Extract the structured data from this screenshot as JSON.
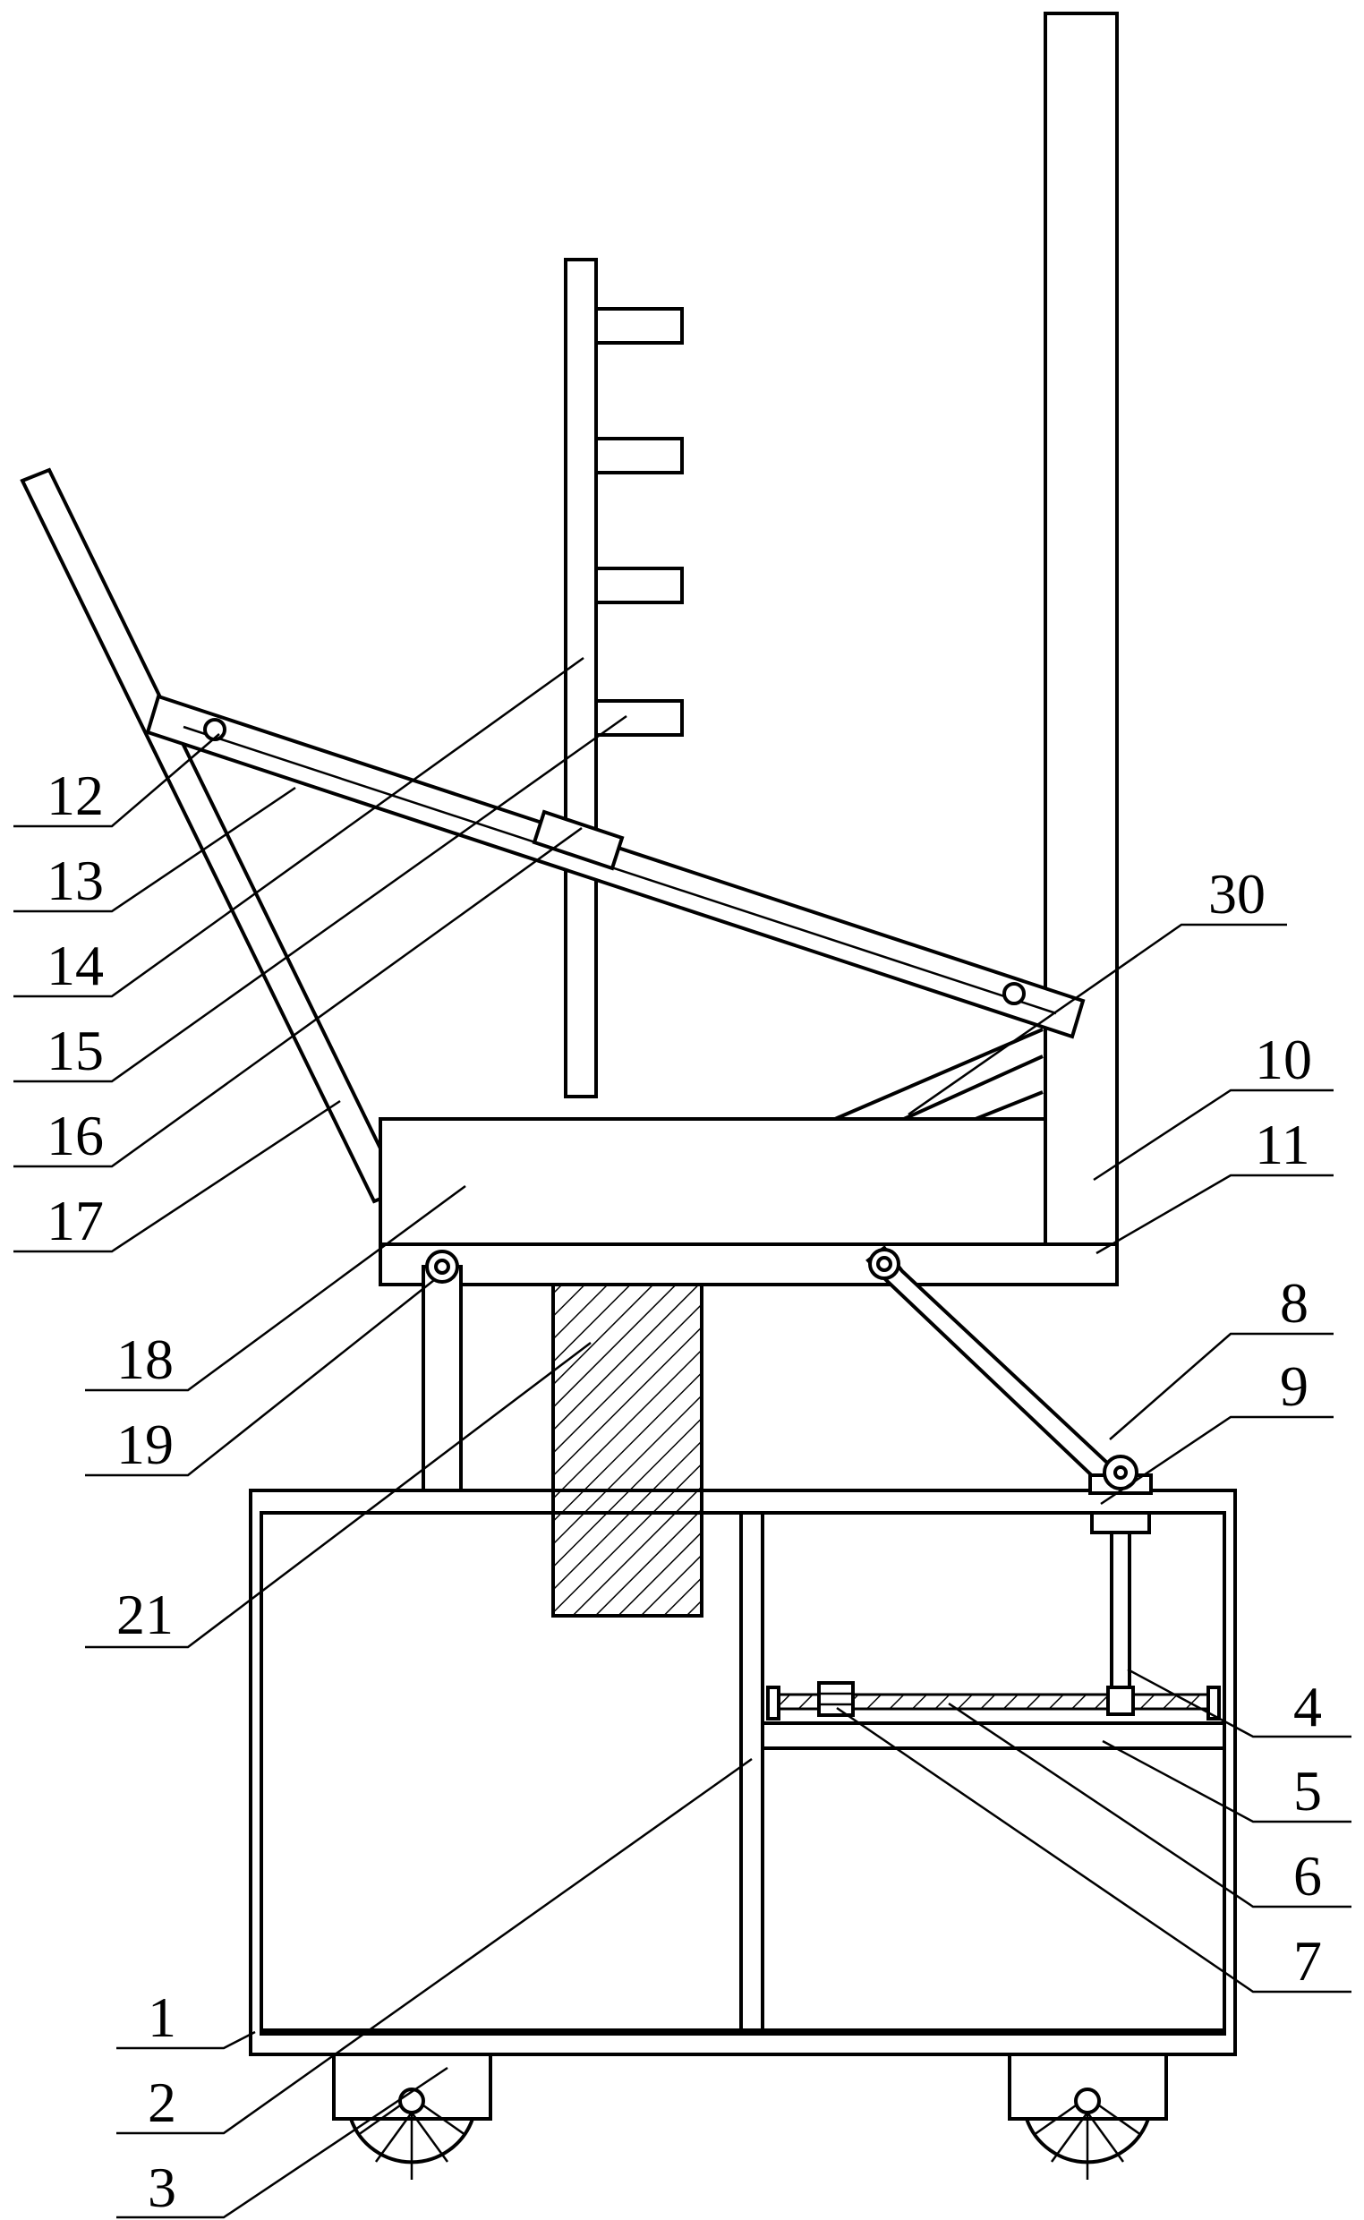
{
  "figure": {
    "labels": {
      "l1": "1",
      "l2": "2",
      "l3": "3",
      "l4": "4",
      "l5": "5",
      "l6": "6",
      "l7": "7",
      "l8": "8",
      "l9": "9",
      "l10": "10",
      "l11": "11",
      "l12": "12",
      "l13": "13",
      "l14": "14",
      "l15": "15",
      "l16": "16",
      "l17": "17",
      "l18": "18",
      "l19": "19",
      "l21": "21",
      "l30": "30"
    }
  }
}
